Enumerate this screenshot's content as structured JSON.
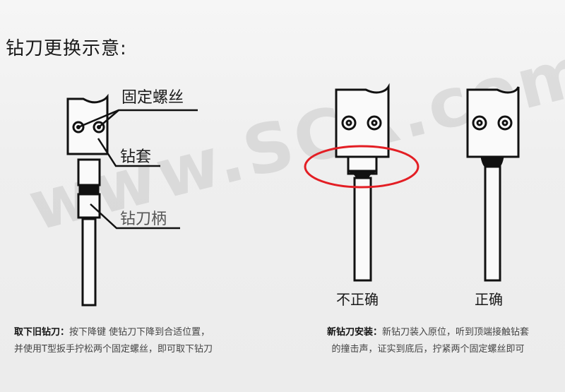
{
  "title": "钻刀更换示意:",
  "labels": {
    "screw": "固定螺丝",
    "sleeve": "钻套",
    "shank": "钻刀柄"
  },
  "captions": {
    "incorrect": "不正确",
    "correct": "正确"
  },
  "instructions": {
    "remove_heading": "取下旧钻刀：",
    "remove_line1": "按下降键 使钻刀下降到合适位置，",
    "remove_line2": "并使用T型扳手拧松两个固定螺丝，即可取下钻刀",
    "install_heading": "新钻刀安装：",
    "install_line1": "新钻刀装入原位，听到顶端接触钻套",
    "install_line2": "的撞击声，证实到底后，拧紧两个固定螺丝即可"
  },
  "watermark": "www.SCR.com.cn",
  "colors": {
    "highlight": "#e31e24",
    "line": "#111111"
  }
}
